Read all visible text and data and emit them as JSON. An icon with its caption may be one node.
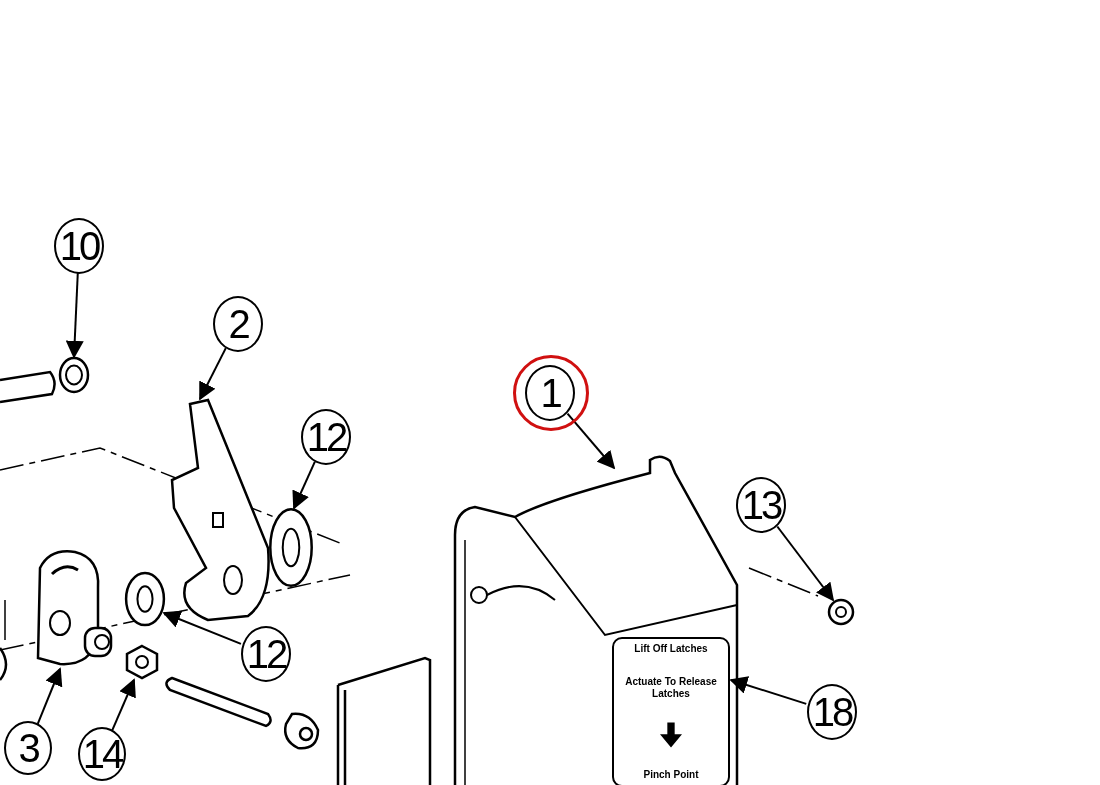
{
  "diagram": {
    "nodes": [
      {
        "text": [
          "10"
        ]
      },
      {
        "text": [],
        "shape": "circle"
      },
      {
        "text": [
          "2"
        ]
      },
      {
        "text": [],
        "shape": "picture"
      },
      {
        "text": [
          "1"
        ]
      },
      {
        "text": [],
        "shape": "picture"
      },
      {
        "text": [
          "12"
        ]
      },
      {
        "text": [],
        "shape": "picture"
      },
      {
        "text": [
          "13"
        ]
      },
      {
        "text": [],
        "shape": "picture"
      },
      {
        "text": [
          "12"
        ]
      },
      {
        "text": [],
        "shape": "picture"
      },
      {
        "text": [
          "18"
        ]
      },
      {
        "text": [
          "Lift Off Latches",
          "Actuate To Release Latches",
          "Pinch Point"
        ],
        "in": 5
      },
      {
        "text": [
          "3"
        ]
      },
      {
        "text": [],
        "shape": "picture"
      },
      {
        "text": [
          "14"
        ]
      },
      {
        "text": [],
        "shape": "picture"
      }
    ],
    "edges": [
      {
        "from": 0,
        "to": 1,
        "arrow": "to"
      },
      {
        "from": 2,
        "to": 3,
        "arrow": "to"
      },
      {
        "from": 4,
        "to": 5,
        "arrow": "to"
      },
      {
        "from": 6,
        "to": 7,
        "arrow": "to"
      },
      {
        "from": 8,
        "to": 9,
        "arrow": "to"
      },
      {
        "from": 10,
        "to": 11,
        "arrow": "to"
      },
      {
        "from": 12,
        "to": 13,
        "arrow": "to"
      },
      {
        "from": 14,
        "to": 15,
        "arrow": "to"
      },
      {
        "from": 16,
        "to": 17,
        "arrow": "to"
      }
    ]
  }
}
